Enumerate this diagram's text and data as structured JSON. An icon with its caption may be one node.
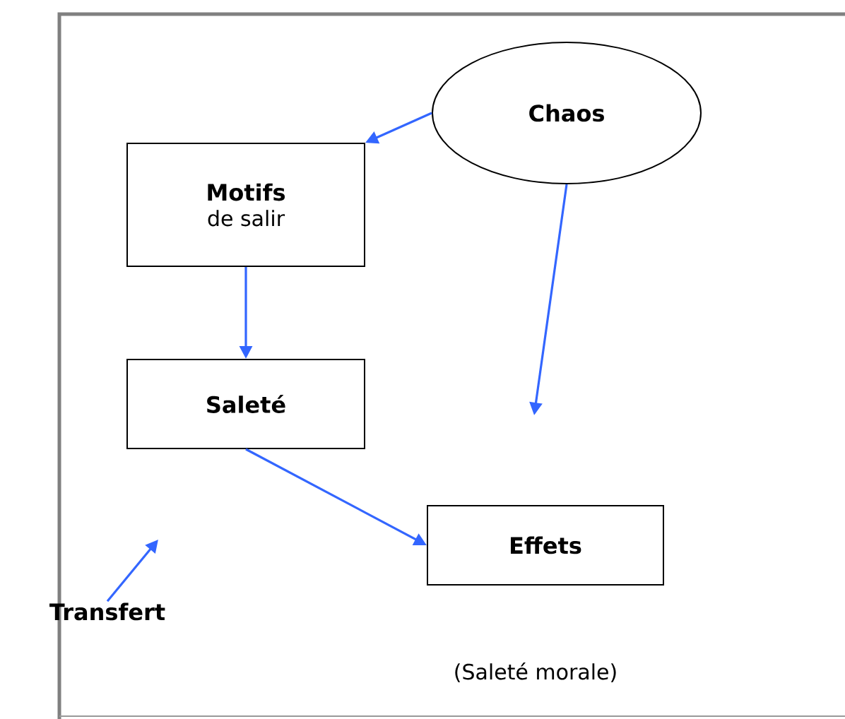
{
  "diagram": {
    "nodes": [
      {
        "text": [
          "Chaos"
        ]
      },
      {
        "text": [
          "Motifs",
          "de salir"
        ]
      },
      {
        "text": [
          "Saleté"
        ]
      },
      {
        "text": [
          "Effets"
        ]
      },
      {
        "text": [
          "Transfert"
        ]
      }
    ],
    "edges": [
      {
        "from": 0,
        "to": 1,
        "arrow": "to"
      },
      {
        "from": 1,
        "to": 2,
        "arrow": "to"
      },
      {
        "from": 2,
        "to": 3,
        "arrow": "to"
      },
      {
        "from": 0,
        "to": null,
        "arrow": "to"
      },
      {
        "from": 4,
        "to": null,
        "arrow": "to"
      }
    ],
    "labels": [
      "(Saleté morale)"
    ]
  }
}
